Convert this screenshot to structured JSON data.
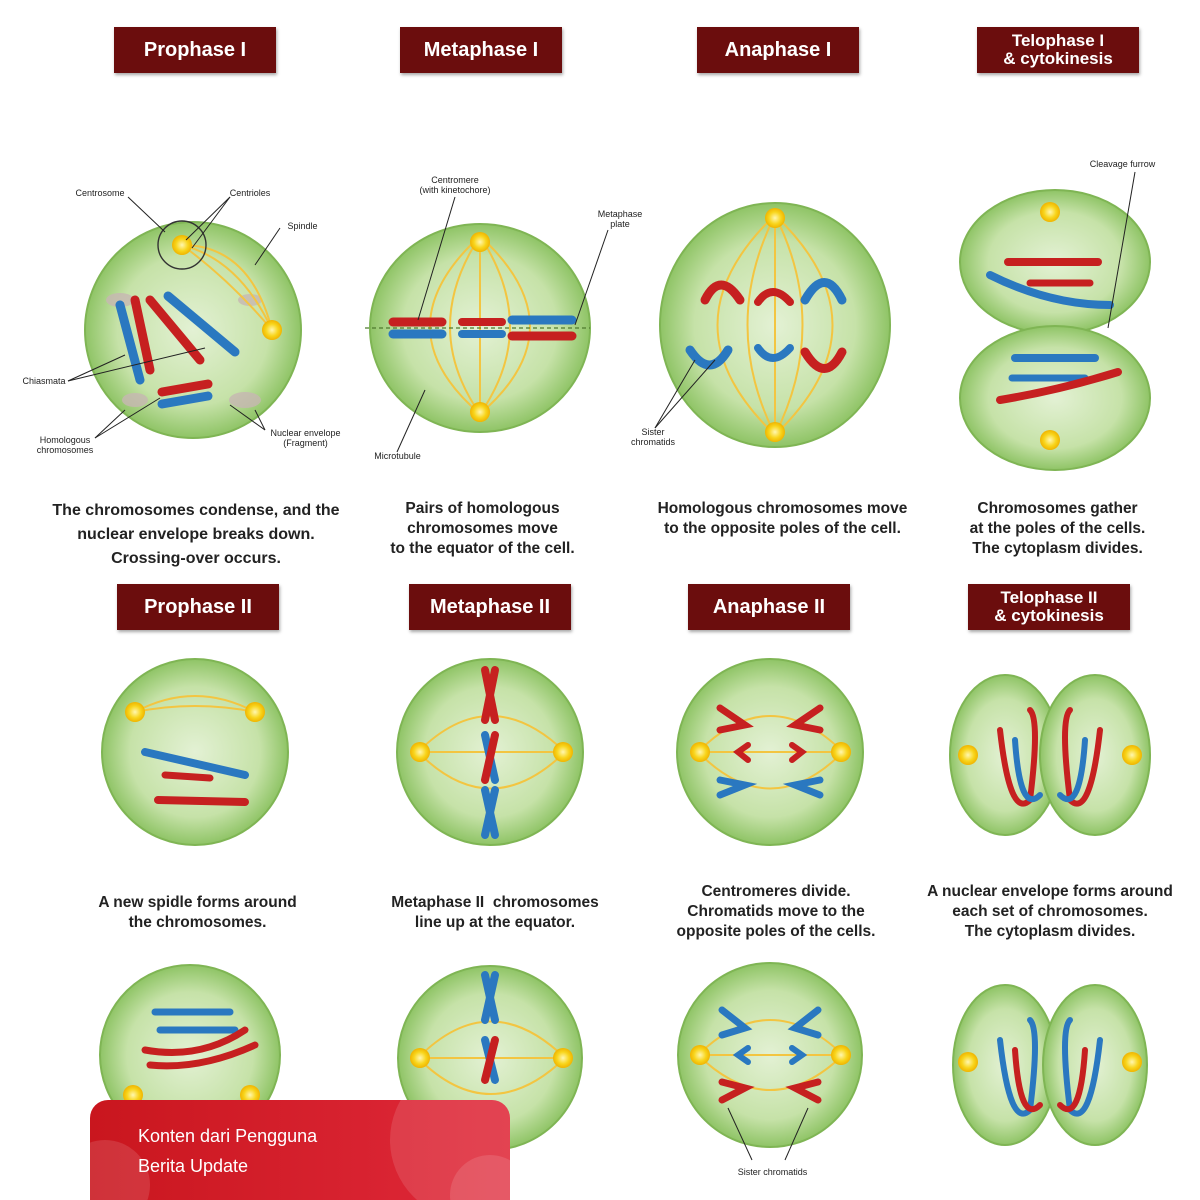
{
  "phases": [
    {
      "title": "Prophase I",
      "caption": "The chromosomes condense, and the\nnuclear envelope breaks down.\nCrossing-over occurs."
    },
    {
      "title": "Metaphase I",
      "caption": "Pairs of homologous\nchromosomes move\nto the equator of the cell."
    },
    {
      "title": "Anaphase I",
      "caption": "Homologous chromosomes move\nto the opposite poles of the cell."
    },
    {
      "title": "Telophase I\n& cytokinesis",
      "caption": "Chromosomes gather\nat the poles of the cells.\nThe cytoplasm divides."
    },
    {
      "title": "Prophase II",
      "caption": "A new spidle forms around\nthe chromosomes."
    },
    {
      "title": "Metaphase II",
      "caption": "Metaphase II  chromosomes\nline up at the equator."
    },
    {
      "title": "Anaphase II",
      "caption": "Centromeres divide.\nChromatids move to the\nopposite poles of the cells."
    },
    {
      "title": "Telophase II\n& cytokinesis",
      "caption": "A nuclear envelope forms around\neach set of chromosomes.\nThe cytoplasm divides."
    }
  ],
  "labels": {
    "centrosome": "Centrosome",
    "centrioles": "Centrioles",
    "spindle": "Spindle",
    "chiasmata": "Chiasmata",
    "homologous_chromosomes": "Homologous\nchromosomes",
    "nuclear_envelope": "Nuclear envelope\n(Fragment)",
    "centromere": "Centromere\n(with kinetochore)",
    "metaphase_plate": "Metaphase\nplate",
    "microtubule": "Microtubule",
    "sister_chromatids_1": "Sister\nchromatids",
    "cleavage_furrow": "Cleavage furrow",
    "sister_chromatids_2": "Sister chromatids"
  },
  "banner": {
    "line1": "Konten dari Pengguna",
    "line2": "Berita Update",
    "color": "#d21f2b"
  },
  "colors": {
    "title_bg": "#6b0d0d",
    "cell": "#9fcf73",
    "chromosome_red": "#c62020",
    "chromosome_blue": "#2a78c0",
    "centrosome": "#f6d21e"
  }
}
